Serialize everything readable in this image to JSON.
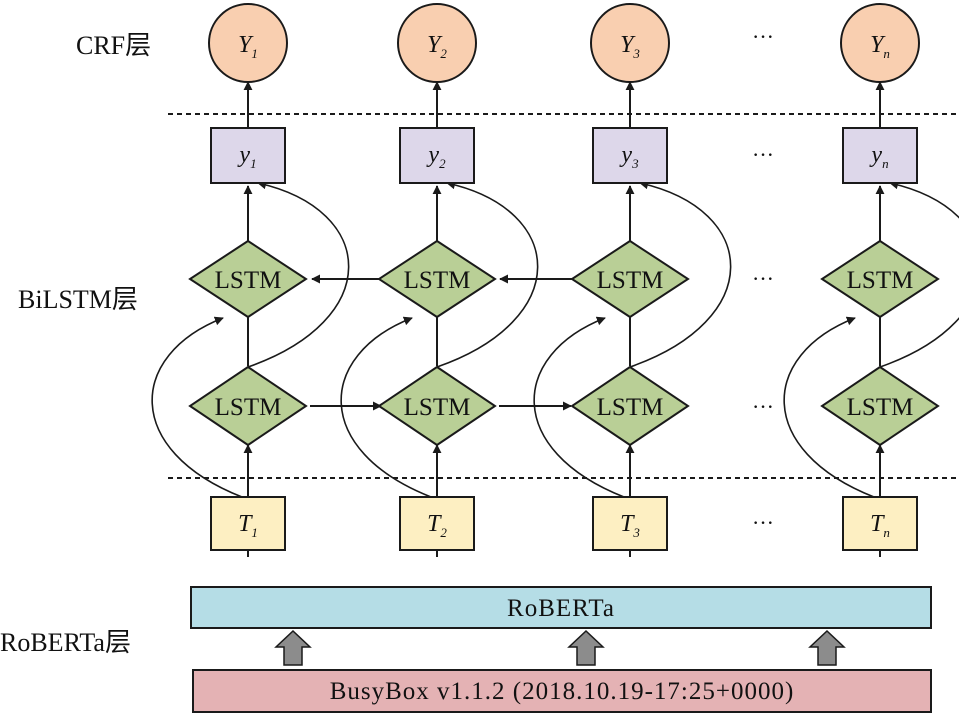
{
  "layers": {
    "crf": "CRF层",
    "bilstm": "BiLSTM层",
    "roberta": "RoBERTa层"
  },
  "output_tags": [
    {
      "main": "Y",
      "sub": "1"
    },
    {
      "main": "Y",
      "sub": "2"
    },
    {
      "main": "Y",
      "sub": "3"
    },
    {
      "main": "Y",
      "sub": "n"
    }
  ],
  "lstm_outputs": [
    {
      "main": "y",
      "sub": "1"
    },
    {
      "main": "y",
      "sub": "2"
    },
    {
      "main": "y",
      "sub": "3"
    },
    {
      "main": "y",
      "sub": "n"
    }
  ],
  "tokens": [
    {
      "main": "T",
      "sub": "1"
    },
    {
      "main": "T",
      "sub": "2"
    },
    {
      "main": "T",
      "sub": "3"
    },
    {
      "main": "T",
      "sub": "n"
    }
  ],
  "lstm_label": "LSTM",
  "encoder_label": "RoBERTa",
  "input_label": "BusyBox v1.1.2 (2018.10.19-17:25+0000)",
  "ellipsis": "···",
  "colors": {
    "crf_node": "#f9cfb0",
    "output_node": "#ddd7ea",
    "lstm_node": "#b9cf96",
    "token_node": "#fdefc2",
    "encoder_bar": "#b5dde6",
    "input_bar": "#e4b2b4",
    "thick_arrow": "#8c8c8c",
    "stroke": "#1a1a1a"
  }
}
